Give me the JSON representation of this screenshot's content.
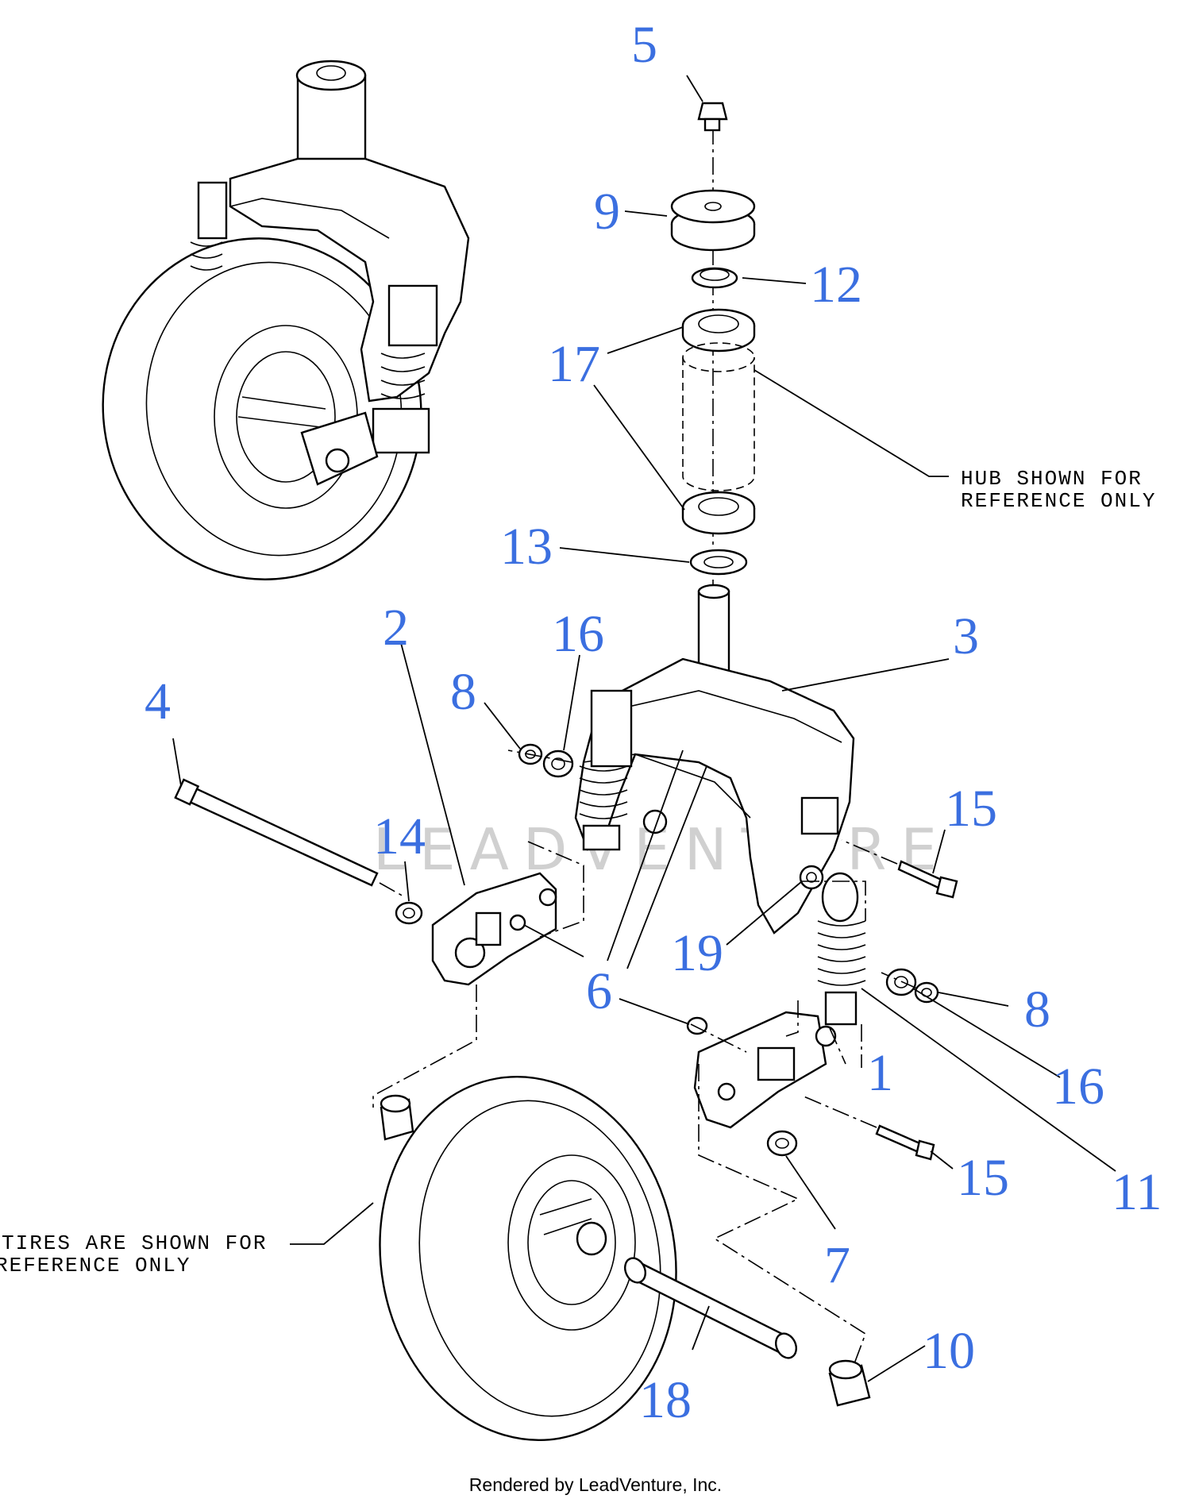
{
  "diagram": {
    "callouts": [
      {
        "id": "1",
        "label": "1"
      },
      {
        "id": "2",
        "label": "2"
      },
      {
        "id": "3",
        "label": "3"
      },
      {
        "id": "4",
        "label": "4"
      },
      {
        "id": "5",
        "label": "5"
      },
      {
        "id": "6",
        "label": "6"
      },
      {
        "id": "7",
        "label": "7"
      },
      {
        "id": "8a",
        "label": "8"
      },
      {
        "id": "8b",
        "label": "8"
      },
      {
        "id": "9",
        "label": "9"
      },
      {
        "id": "10",
        "label": "10"
      },
      {
        "id": "11",
        "label": "11"
      },
      {
        "id": "12",
        "label": "12"
      },
      {
        "id": "13",
        "label": "13"
      },
      {
        "id": "14",
        "label": "14"
      },
      {
        "id": "15a",
        "label": "15"
      },
      {
        "id": "15b",
        "label": "15"
      },
      {
        "id": "16a",
        "label": "16"
      },
      {
        "id": "16b",
        "label": "16"
      },
      {
        "id": "17",
        "label": "17"
      },
      {
        "id": "18",
        "label": "18"
      },
      {
        "id": "19",
        "label": "19"
      }
    ],
    "notes": {
      "hub_line1": "HUB SHOWN FOR",
      "hub_line2": "REFERENCE ONLY",
      "tires_line1": "TIRES ARE SHOWN FOR",
      "tires_line2": "REFERENCE ONLY"
    },
    "watermark": "LEADVENTURE",
    "footer": "Rendered by LeadVenture, Inc."
  },
  "colors": {
    "callout": "#3b6fe0",
    "line": "#000000",
    "watermark": "#d0d0d0"
  }
}
